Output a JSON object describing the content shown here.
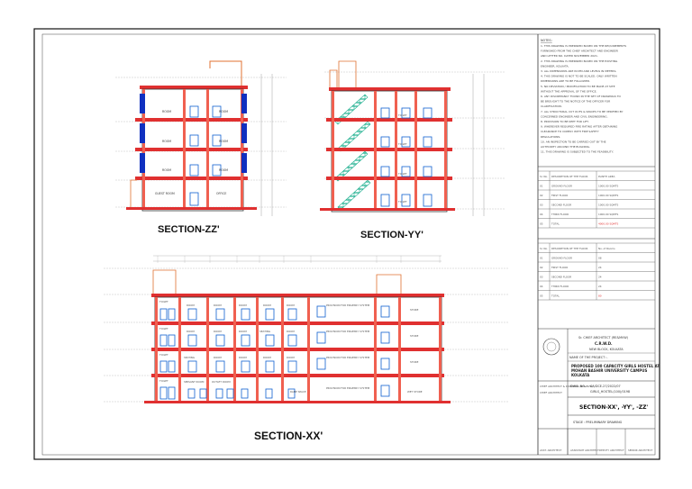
{
  "titles": {
    "section_zz": "SECTION-ZZ'",
    "section_yy": "SECTION-YY'",
    "section_xx": "SECTION-XX'"
  },
  "rooms": {
    "room": "ROOM",
    "guest_room": "GUEST ROOM",
    "office": "OFFICE",
    "toilet": "TOILET",
    "seating": "SEATING",
    "servant_room": "SERVANT ROOM",
    "outlet_room": "OUTLET ROOM",
    "store": "STORE",
    "wet_store": "WET STORE",
    "ramp_space": "RAMP SPACE",
    "provision": "PROVISION FOR ERGENSY SYSTEM"
  },
  "notes": {
    "heading": "NOTES:",
    "items": [
      "1.  THIS DRAWING IS PREPARED BASED ON THE REQUIREMENTS",
      "    FURNISHED FROM THE CHIEF ARCHITECT AND ENGINEER",
      "    AND LETTER NO. DATED NOVEMBER 2021.",
      "2.  THIS DRAWING IS PREPARED BASED ON THE EXISTING",
      "    ENGINEER, KOLKATA.",
      "3.  ALL DIMENSIONS ARE IN MM AND LEVELS IN METERS.",
      "4.  THIS DRAWING IS NOT TO BE SCALED. ONLY WRITTEN",
      "    DIMENSIONS ARE TO BE FOLLOWED.",
      "5.  NO DEVIATION / MODIFICATION TO BE MADE AT SITE",
      "    WITHOUT THE APPROVAL OF THE OFFICE.",
      "6.  ANY DISCREPANCY FOUND IN THE SET OF DRAWINGS TO",
      "    BE BROUGHT TO THE NOTICE OF THE OFFICER FOR",
      "    CLARIFICATION.",
      "7.  ALL STRUCTURAL CUT OUTS & SPACES TO BE VERIFIED BY",
      "    CONCERNED ENGINEER AND CIVIL ENGINEERING.",
      "8.  PROVISION TO BE KEPT FOR LIFT.",
      "9.  WHEREVER REQUIRED FIRE RATING AFTER OBTAINING",
      "    CLEARANCE TO COMPLY WITH FIRE SAFETY",
      "    REGULATIONS.",
      "10. AN INSPECTION TO BE CARRIED OUT BY THE",
      "    AUTHORITY AROUND THE BUILDING.",
      "11. THIS DRAWING IS SUBJECTED TO THE FEASIBILITY."
    ]
  },
  "area_table": {
    "headers": [
      "Sl. No.",
      "DESCRIPTION OF THE FLOOR",
      "PLINTH AREA"
    ],
    "rows": [
      [
        "01",
        "GROUND FLOOR",
        "1000.00 SQMTS"
      ],
      [
        "02",
        "FIRST FLOOR",
        "1000.00 SQMTS"
      ],
      [
        "03",
        "SECOND FLOOR",
        "1000.00 SQMTS"
      ],
      [
        "04",
        "THIRD FLOOR",
        "1000.00 SQMTS"
      ],
      [
        "05",
        "TOTAL",
        "4000.00 SQMTS"
      ]
    ]
  },
  "rooms_table": {
    "headers": [
      "Sl. No.",
      "DESCRIPTION OF THE FLOOR",
      "No. of Rooms"
    ],
    "rows": [
      [
        "01",
        "GROUND FLOOR",
        "08"
      ],
      [
        "02",
        "FIRST FLOOR",
        "24"
      ],
      [
        "03",
        "SECOND FLOOR",
        "24"
      ],
      [
        "04",
        "THIRD FLOOR",
        "24"
      ],
      [
        "05",
        "TOTAL",
        "80"
      ]
    ]
  },
  "title_block": {
    "office": "Sr. CHIEF ARCHITECT (RE&MVW)",
    "org": "C.R.W.D.",
    "city": "NEW BLOCK, KOLKATA",
    "project_label": "NAME OF THE PROJECT :-",
    "project_name": [
      "PROPOSED 100 CAPACITY GIRLS HOSTEL AT",
      "MOHAN BASHIR UNIVERSITY CAMPUS",
      "KOLKATA"
    ],
    "dwg_label": "DWG. NO. :",
    "dwg_no": "CA/DCE-27/2022/07",
    "dwg_sub": "GIRLS_HOSTEL(100)/0198",
    "drawing_title": "SECTION-XX', -YY', -ZZ'",
    "stage": "STAGE : PRELIMINARY DRAWING",
    "side_labels": [
      "CHIEF ARCHITECT & DIRECTOR (RE&MVW)",
      "CHIEF ARCHITECT"
    ],
    "sign_labels": [
      "ASST. ARCHITECT",
      "ASSISTANT ARCHITECT",
      "DEPUTY ARCHITECT",
      "SENIOR ARCHITECT"
    ]
  }
}
